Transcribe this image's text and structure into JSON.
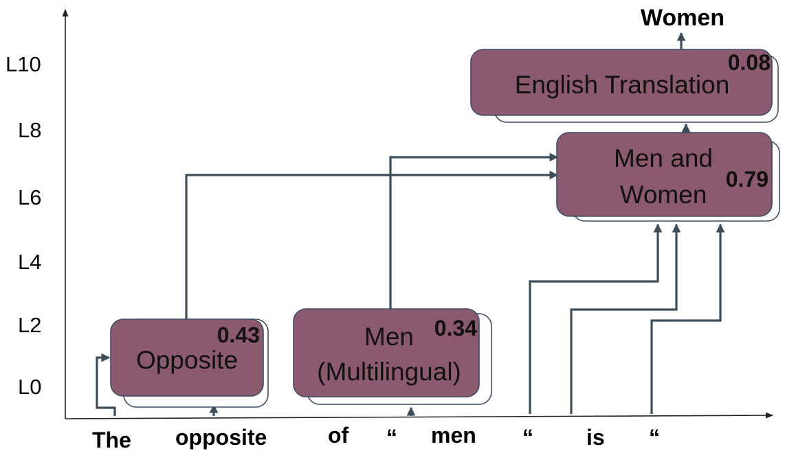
{
  "layer_labels": [
    "L10",
    "L8",
    "L6",
    "L4",
    "L2",
    "L0"
  ],
  "tokens": [
    "The",
    "opposite",
    "of",
    "“",
    "men",
    "“",
    "is",
    "“"
  ],
  "boxes": {
    "opposite": {
      "label": "Opposite",
      "score": "0.43"
    },
    "men": {
      "label_line1": "Men",
      "label_line2": "(Multilingual)",
      "score": "0.34"
    },
    "men_and_women": {
      "label_line1": "Men and",
      "label_line2": "Women",
      "score": "0.79"
    },
    "english": {
      "label": "English Translation",
      "score": "0.08"
    }
  },
  "output": "Women"
}
